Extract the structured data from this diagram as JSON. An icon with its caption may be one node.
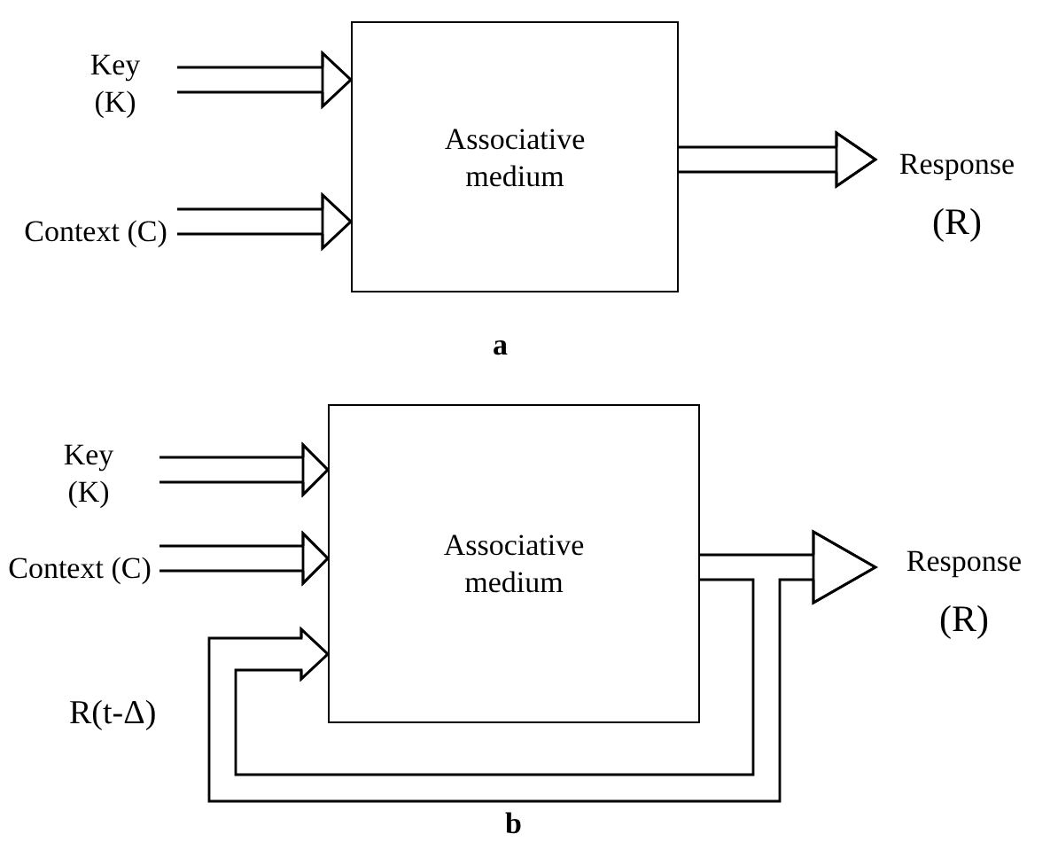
{
  "diagram": {
    "nodes": [
      {
        "text": [
          "Key (K)"
        ]
      },
      {
        "text": [
          "Context (C)"
        ]
      },
      {
        "text": [
          "Associative medium"
        ]
      },
      {
        "text": [
          "Response",
          "(R)"
        ]
      },
      {
        "text": [
          "Key (K)"
        ]
      },
      {
        "text": [
          "Context (C)"
        ]
      },
      {
        "text": [
          "Associative medium"
        ]
      },
      {
        "text": [
          "Response",
          "(R)"
        ]
      }
    ],
    "edges": [
      {
        "from": 0,
        "to": 2,
        "arrow": "to"
      },
      {
        "from": 1,
        "to": 2,
        "arrow": "to"
      },
      {
        "from": 2,
        "to": 3,
        "arrow": "to"
      },
      {
        "from": 4,
        "to": 6,
        "arrow": "to"
      },
      {
        "from": 5,
        "to": 6,
        "arrow": "to"
      },
      {
        "from": 6,
        "to": 7,
        "arrow": "to"
      },
      {
        "from": 6,
        "to": 6,
        "arrow": "to",
        "label": "R(t-Δ)"
      }
    ],
    "labels": [
      "a",
      "b"
    ]
  }
}
